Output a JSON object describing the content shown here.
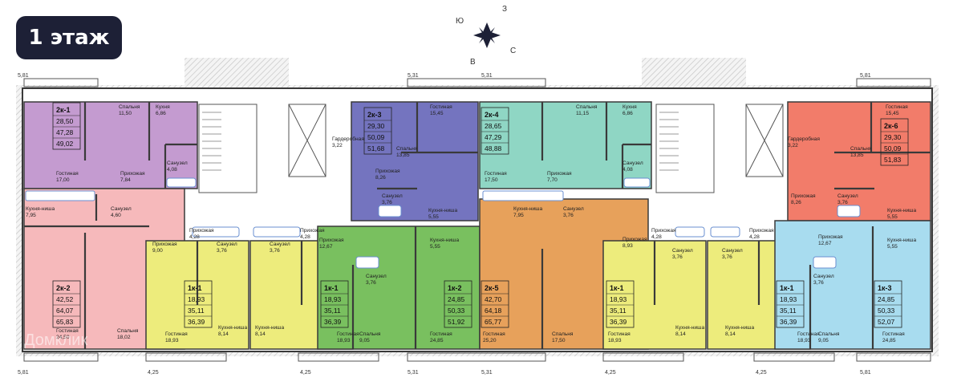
{
  "floor_label": "1 этаж",
  "compass": {
    "n": "З",
    "s": "В",
    "w": "Ю",
    "e": "С"
  },
  "dims": {
    "top_outer": "5,81",
    "top_mid": "5,31",
    "side": "4,25"
  },
  "colors": {
    "purple": "#c49bd0",
    "indigo": "#7474bf",
    "mint": "#8fd6c4",
    "coral": "#f27c6a",
    "pink": "#f6b9bb",
    "yellow": "#edec7c",
    "green": "#79c05f",
    "orange": "#e7a15b",
    "blue": "#a8dcef",
    "wall": "#3a3a3a",
    "hatch": "#cfcfcf"
  },
  "apartments": [
    {
      "id": "a1",
      "label": "2к-1",
      "v": [
        "28,50",
        "47,28",
        "49,02"
      ]
    },
    {
      "id": "a2",
      "label": "2к-3",
      "v": [
        "29,30",
        "50,09",
        "51,68"
      ]
    },
    {
      "id": "a3",
      "label": "2к-4",
      "v": [
        "28,65",
        "47,29",
        "48,88"
      ]
    },
    {
      "id": "a4",
      "label": "2к-6",
      "v": [
        "29,30",
        "50,09",
        "51,83"
      ]
    },
    {
      "id": "a5",
      "label": "2к-2",
      "v": [
        "42,52",
        "64,07",
        "65,83"
      ]
    },
    {
      "id": "a6",
      "label": "1к-1",
      "v": [
        "18,93",
        "35,11",
        "36,39"
      ]
    },
    {
      "id": "a7",
      "label": "1к-1",
      "v": [
        "18,93",
        "35,11",
        "36,39"
      ]
    },
    {
      "id": "a8",
      "label": "1к-2",
      "v": [
        "24,85",
        "50,33",
        "51,92"
      ]
    },
    {
      "id": "a9",
      "label": "2к-5",
      "v": [
        "42,70",
        "64,18",
        "65,77"
      ]
    },
    {
      "id": "a10",
      "label": "1к-1",
      "v": [
        "18,93",
        "35,11",
        "36,39"
      ]
    },
    {
      "id": "a11",
      "label": "1к-1",
      "v": [
        "18,93",
        "35,11",
        "36,39"
      ]
    },
    {
      "id": "a12",
      "label": "1к-3",
      "v": [
        "24,85",
        "50,33",
        "52,07"
      ]
    }
  ],
  "rooms": [
    {
      "n": "Спальня",
      "a": "11,50"
    },
    {
      "n": "Кухня",
      "a": "6,86"
    },
    {
      "n": "Гостиная",
      "a": "17,00"
    },
    {
      "n": "Прихожая",
      "a": "7,84"
    },
    {
      "n": "Санузел",
      "a": "4,08"
    },
    {
      "n": "Гардеробная",
      "a": "3,22"
    },
    {
      "n": "Гостиная",
      "a": "15,45"
    },
    {
      "n": "Спальня",
      "a": "13,85"
    },
    {
      "n": "Прихожая",
      "a": "8,26"
    },
    {
      "n": "Санузел",
      "a": "3,76"
    },
    {
      "n": "Кухня-ниша",
      "a": "5,55"
    },
    {
      "n": "Спальня",
      "a": "11,15"
    },
    {
      "n": "Кухня",
      "a": "6,86"
    },
    {
      "n": "Гостиная",
      "a": "17,50"
    },
    {
      "n": "Прихожая",
      "a": "7,70"
    },
    {
      "n": "Санузел",
      "a": "4,08"
    },
    {
      "n": "Гардеробная",
      "a": "3,22"
    },
    {
      "n": "Гостиная",
      "a": "15,45"
    },
    {
      "n": "Спальня",
      "a": "13,85"
    },
    {
      "n": "Прихожая",
      "a": "8,26"
    },
    {
      "n": "Санузел",
      "a": "3,76"
    },
    {
      "n": "Кухня-ниша",
      "a": "5,55"
    },
    {
      "n": "Кухня-ниша",
      "a": "7,95"
    },
    {
      "n": "Санузел",
      "a": "4,60"
    },
    {
      "n": "Прихожая",
      "a": "9,00"
    },
    {
      "n": "Гостиная",
      "a": "24,50"
    },
    {
      "n": "Спальня",
      "a": "18,02"
    },
    {
      "n": "Прихожая",
      "a": "4,28"
    },
    {
      "n": "Санузел",
      "a": "3,76"
    },
    {
      "n": "Гостиная",
      "a": "18,93"
    },
    {
      "n": "Кухня-ниша",
      "a": "8,14"
    },
    {
      "n": "Прихожая",
      "a": "4,28"
    },
    {
      "n": "Санузел",
      "a": "3,76"
    },
    {
      "n": "Кухня-ниша",
      "a": "8,14"
    },
    {
      "n": "Гостиная",
      "a": "18,93"
    },
    {
      "n": "Прихожая",
      "a": "12,67"
    },
    {
      "n": "Санузел",
      "a": "3,76"
    },
    {
      "n": "Кухня-ниша",
      "a": "5,55"
    },
    {
      "n": "Спальня",
      "a": "9,05"
    },
    {
      "n": "Гостиная",
      "a": "24,85"
    },
    {
      "n": "Кухня-ниша",
      "a": "7,95"
    },
    {
      "n": "Санузел",
      "a": "3,76"
    },
    {
      "n": "Прихожая",
      "a": "8,93"
    },
    {
      "n": "Гостиная",
      "a": "25,20"
    },
    {
      "n": "Спальня",
      "a": "17,50"
    },
    {
      "n": "Прихожая",
      "a": "4,28"
    },
    {
      "n": "Санузел",
      "a": "3,76"
    },
    {
      "n": "Гостиная",
      "a": "18,93"
    },
    {
      "n": "Кухня-ниша",
      "a": "8,14"
    },
    {
      "n": "Прихожая",
      "a": "4,28"
    },
    {
      "n": "Санузел",
      "a": "3,76"
    },
    {
      "n": "Кухня-ниша",
      "a": "8,14"
    },
    {
      "n": "Гостиная",
      "a": "18,93"
    },
    {
      "n": "Прихожая",
      "a": "12,67"
    },
    {
      "n": "Санузел",
      "a": "3,76"
    },
    {
      "n": "Кухня-ниша",
      "a": "5,55"
    },
    {
      "n": "Спальня",
      "a": "9,05"
    },
    {
      "n": "Гостиная",
      "a": "24,85"
    }
  ],
  "watermark": "Домклик"
}
